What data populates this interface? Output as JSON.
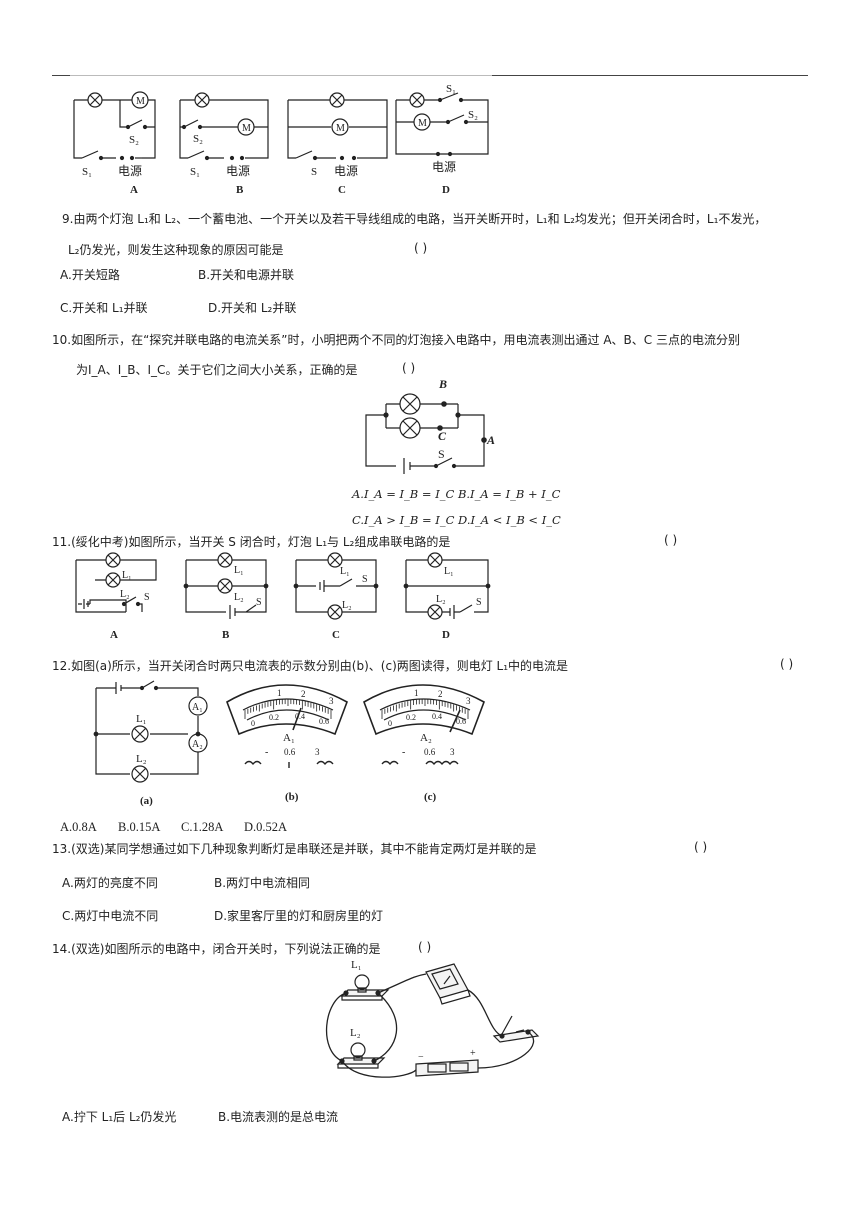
{
  "top_diagrams": {
    "labels": [
      "A",
      "B",
      "C",
      "D"
    ],
    "s1": "S₁",
    "s2": "S₂",
    "s": "S",
    "source": "电源"
  },
  "q9": {
    "line1": "9.由两个灯泡 L₁和 L₂、一个蓄电池、一个开关以及若干导线组成的电路，当开关断开时，L₁和 L₂均发光；但开关闭合时，L₁不发光，",
    "line2": "L₂仍发光，则发生这种现象的原因可能是",
    "paren": "(    )",
    "options": [
      "A.开关短路",
      "B.开关和电源并联",
      "C.开关和 L₁并联",
      "D.开关和 L₂并联"
    ]
  },
  "q10": {
    "line1": "10.如图所示，在“探究并联电路的电流关系”时，小明把两个不同的灯泡接入电路中，用电流表测出通过 A、B、C 三点的电流分别",
    "line2": "为I_A、I_B、I_C。关于它们之间大小关系，正确的是",
    "paren": "(    )",
    "points": [
      "B",
      "C",
      "A"
    ],
    "switch": "S",
    "options_line1": "A.I_A = I_B = I_C B.I_A = I_B + I_C",
    "options_line2": "C.I_A > I_B = I_C D.I_A < I_B < I_C"
  },
  "q11": {
    "text": "11.(绥化中考)如图所示，当开关 S 闭合时，灯泡 L₁与 L₂组成串联电路的是",
    "paren": "(    )",
    "labels": [
      "A",
      "B",
      "C",
      "D"
    ],
    "l1": "L₁",
    "l2": "L₂",
    "s": "S"
  },
  "q12": {
    "text": "12.如图(a)所示，当开关闭合时两只电流表的示数分别由(b)、(c)两图读得，则电灯 L₁中的电流是",
    "paren": "(    )",
    "fig_labels": [
      "(a)",
      "(b)",
      "(c)"
    ],
    "meter_b": {
      "name": "A₁",
      "scale_top": [
        "1",
        "2",
        "3"
      ],
      "scale_bottom": [
        "0",
        "0.2",
        "0.4",
        "0.6"
      ],
      "terminals": [
        "-",
        "0.6",
        "3"
      ]
    },
    "meter_c": {
      "name": "A₂",
      "scale_top": [
        "1",
        "2",
        "3"
      ],
      "scale_bottom": [
        "0",
        "0.2",
        "0.4",
        "0.6"
      ],
      "terminals": [
        "-",
        "0.6",
        "3"
      ]
    },
    "l1": "L₁",
    "l2": "L₂",
    "a1": "A₁",
    "a2": "A₂",
    "options": [
      "A.0.8A",
      "B.0.15A",
      "C.1.28A",
      "D.0.52A"
    ]
  },
  "q13": {
    "text": "13.(双选)某同学想通过如下几种现象判断灯是串联还是并联，其中不能肯定两灯是并联的是",
    "paren": "(    )",
    "options": [
      "A.两灯的亮度不同",
      "B.两灯中电流相同",
      "C.两灯中电流不同",
      "D.家里客厅里的灯和厨房里的灯"
    ]
  },
  "q14": {
    "text": "14.(双选)如图所示的电路中，闭合开关时，下列说法正确的是",
    "paren": "(    )",
    "l1": "L₁",
    "l2": "L₂",
    "options": [
      "A.拧下 L₁后 L₂仍发光",
      "B.电流表测的是总电流"
    ]
  }
}
